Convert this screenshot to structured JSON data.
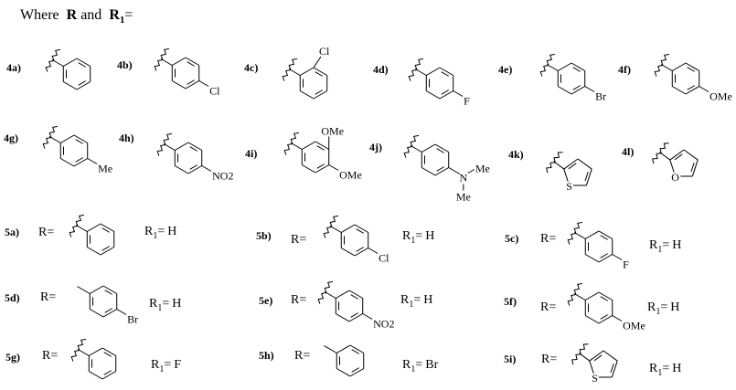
{
  "header": {
    "prefix": "Where",
    "r": "R",
    "and": "and",
    "r1": "R",
    "r1_sub": "1",
    "eq": "="
  },
  "compounds4": [
    {
      "label": "4a)",
      "ring": "phenyl"
    },
    {
      "label": "4b)",
      "ring": "phenyl",
      "para": "Cl"
    },
    {
      "label": "4c)",
      "ring": "phenyl",
      "ortho": "Cl"
    },
    {
      "label": "4d)",
      "ring": "phenyl",
      "para": "F"
    },
    {
      "label": "4e)",
      "ring": "phenyl",
      "para": "Br"
    },
    {
      "label": "4f)",
      "ring": "phenyl",
      "para": "OMe"
    },
    {
      "label": "4g)",
      "ring": "phenyl",
      "para": "Me"
    },
    {
      "label": "4h)",
      "ring": "phenyl",
      "para": "NO2"
    },
    {
      "label": "4i)",
      "ring": "phenyl",
      "ortho": "OMe",
      "para": "OMe"
    },
    {
      "label": "4j)",
      "ring": "phenyl",
      "para_amine": {
        "n": "N",
        "me1": "Me",
        "me2": "Me"
      }
    },
    {
      "label": "4k)",
      "ring": "thiophene",
      "hetero": "S"
    },
    {
      "label": "4l)",
      "ring": "furan",
      "hetero": "O"
    }
  ],
  "compounds5": [
    {
      "label": "5a)",
      "r_eq": "R=",
      "ring": "phenyl",
      "r1": {
        "symbol": "R",
        "sub": "1",
        "eq": "=",
        "value": "H"
      }
    },
    {
      "label": "5b)",
      "r_eq": "R=",
      "ring": "phenyl",
      "para": "Cl",
      "r1": {
        "symbol": "R",
        "sub": "1",
        "eq": "=",
        "value": "H"
      }
    },
    {
      "label": "5c)",
      "r_eq": "R=",
      "ring": "phenyl",
      "para": "F",
      "r1": {
        "symbol": "R",
        "sub": "1",
        "eq": "=",
        "value": "H"
      }
    },
    {
      "label": "5d)",
      "r_eq": "R=",
      "ring": "phenyl",
      "methyl_link": true,
      "para": "Br",
      "r1": {
        "symbol": "R",
        "sub": "1",
        "eq": "=",
        "value": "H"
      }
    },
    {
      "label": "5e)",
      "r_eq": "R=",
      "ring": "phenyl",
      "para": "NO2",
      "r1": {
        "symbol": "R",
        "sub": "1",
        "eq": "=",
        "value": "H"
      }
    },
    {
      "label": "5f)",
      "r_eq": "R=",
      "ring": "phenyl",
      "para": "OMe",
      "r1": {
        "symbol": "R",
        "sub": "1",
        "eq": "=",
        "value": "H"
      }
    },
    {
      "label": "5g)",
      "r_eq": "R=",
      "ring": "phenyl",
      "r1": {
        "symbol": "R",
        "sub": "1",
        "eq": "=",
        "value": "F"
      }
    },
    {
      "label": "5h)",
      "r_eq": "R=",
      "ring": "phenyl",
      "methyl_link": true,
      "r1": {
        "symbol": "R",
        "sub": "1",
        "eq": "=",
        "value": "Br"
      }
    },
    {
      "label": "5i)",
      "r_eq": "R=",
      "ring": "thiophene",
      "hetero": "S",
      "r1": {
        "symbol": "R",
        "sub": "1",
        "eq": "=",
        "value": "H"
      }
    }
  ]
}
